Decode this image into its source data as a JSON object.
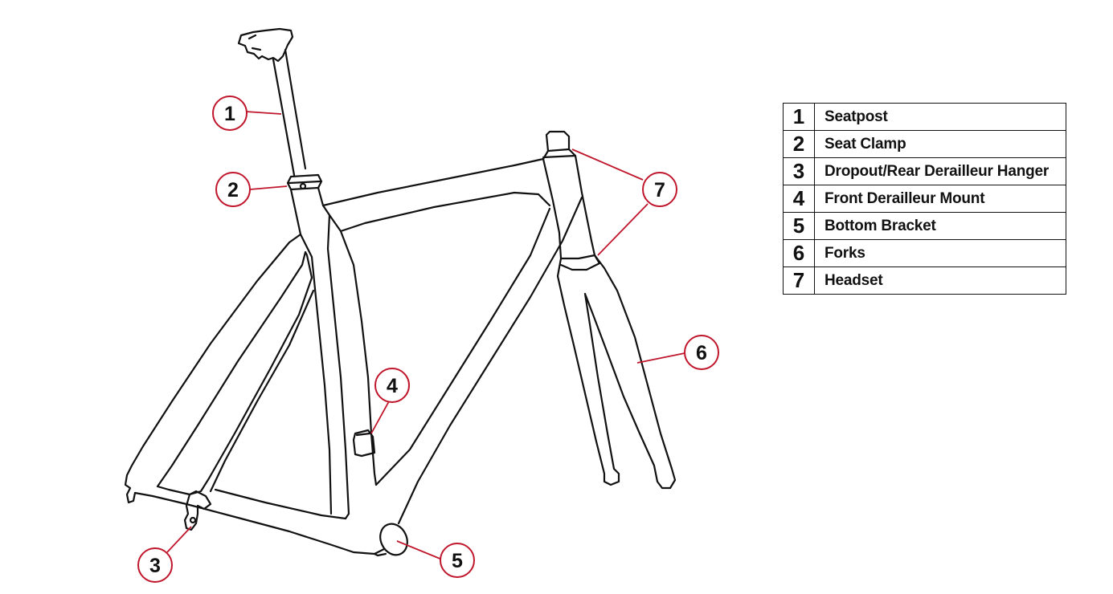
{
  "colors": {
    "outline": "#111111",
    "accent": "#c0162c"
  },
  "callouts": [
    {
      "number": "1",
      "part": "Seatpost"
    },
    {
      "number": "2",
      "part": "Seat Clamp"
    },
    {
      "number": "3",
      "part": "Dropout/Rear Derailleur Hanger"
    },
    {
      "number": "4",
      "part": "Front Derailleur Mount"
    },
    {
      "number": "5",
      "part": "Bottom Bracket"
    },
    {
      "number": "6",
      "part": "Forks"
    },
    {
      "number": "7",
      "part": "Headset"
    }
  ],
  "legend": {
    "rows": [
      {
        "number": "1",
        "label": "Seatpost"
      },
      {
        "number": "2",
        "label": "Seat Clamp"
      },
      {
        "number": "3",
        "label": "Dropout/Rear Derailleur Hanger"
      },
      {
        "number": "4",
        "label": "Front Derailleur Mount"
      },
      {
        "number": "5",
        "label": "Bottom Bracket"
      },
      {
        "number": "6",
        "label": "Forks"
      },
      {
        "number": "7",
        "label": "Headset"
      }
    ]
  }
}
